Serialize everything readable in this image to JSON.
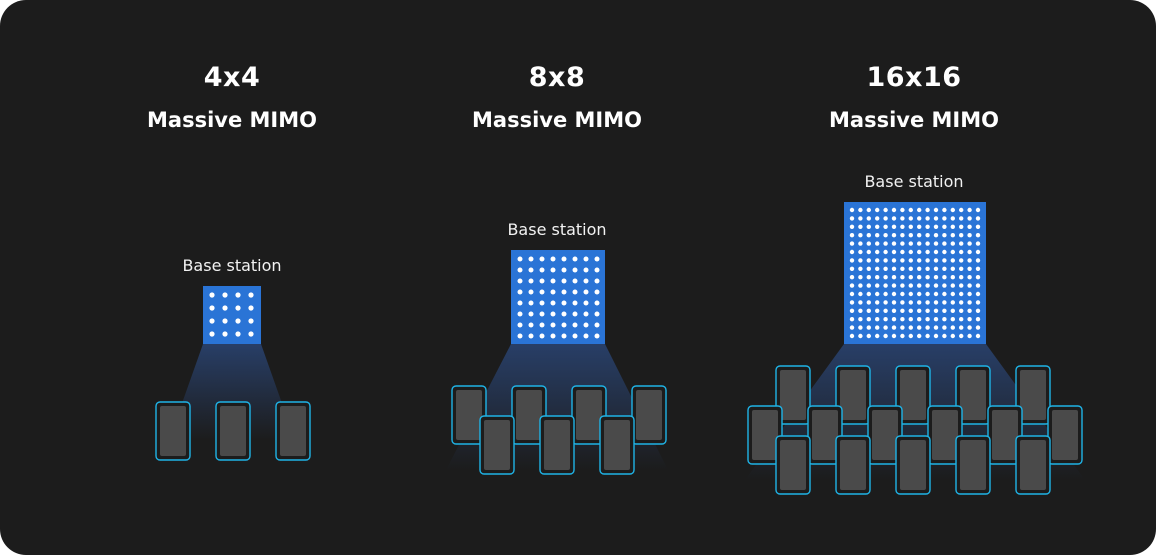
{
  "colors": {
    "background": "#1c1c1c",
    "base_station": "#2a74d6",
    "antenna_dot": "#ffffff",
    "device_body": "#4a4a4a",
    "device_outline": "#1fb3e6",
    "beam": "#2c4a80"
  },
  "panels": [
    {
      "title": "4x4",
      "subtitle": "Massive MIMO",
      "base_station_label": "Base station",
      "antenna_grid": 4,
      "device_count": 3
    },
    {
      "title": "8x8",
      "subtitle": "Massive MIMO",
      "base_station_label": "Base station",
      "antenna_grid": 8,
      "device_count": 7
    },
    {
      "title": "16x16",
      "subtitle": "Massive MIMO",
      "base_station_label": "Base station",
      "antenna_grid": 16,
      "device_count": 16
    }
  ]
}
